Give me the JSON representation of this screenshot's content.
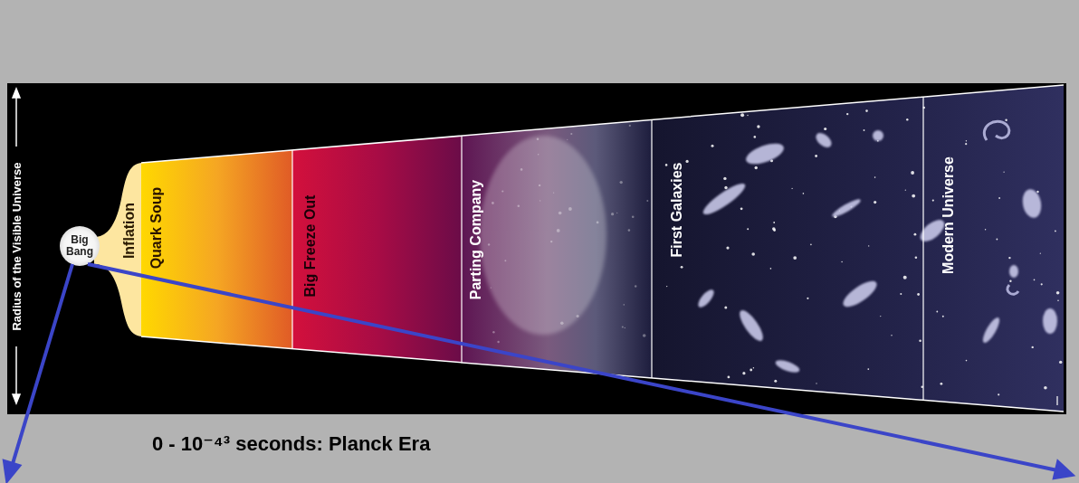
{
  "diagram": {
    "caption": "0 - 10⁻⁴³ seconds: Planck Era",
    "nodes": [
      {
        "text": [
          "Big Bang"
        ]
      },
      {
        "text": [
          "Inflation"
        ]
      },
      {
        "text": [
          "Quark Soup"
        ]
      },
      {
        "text": [
          "Big Freeze Out"
        ]
      },
      {
        "text": [
          "Parting Company"
        ]
      },
      {
        "text": [
          "First Galaxies"
        ]
      },
      {
        "text": [
          "Modern Universe"
        ]
      }
    ],
    "labels": [
      "Radius of the Visible Universe"
    ]
  }
}
